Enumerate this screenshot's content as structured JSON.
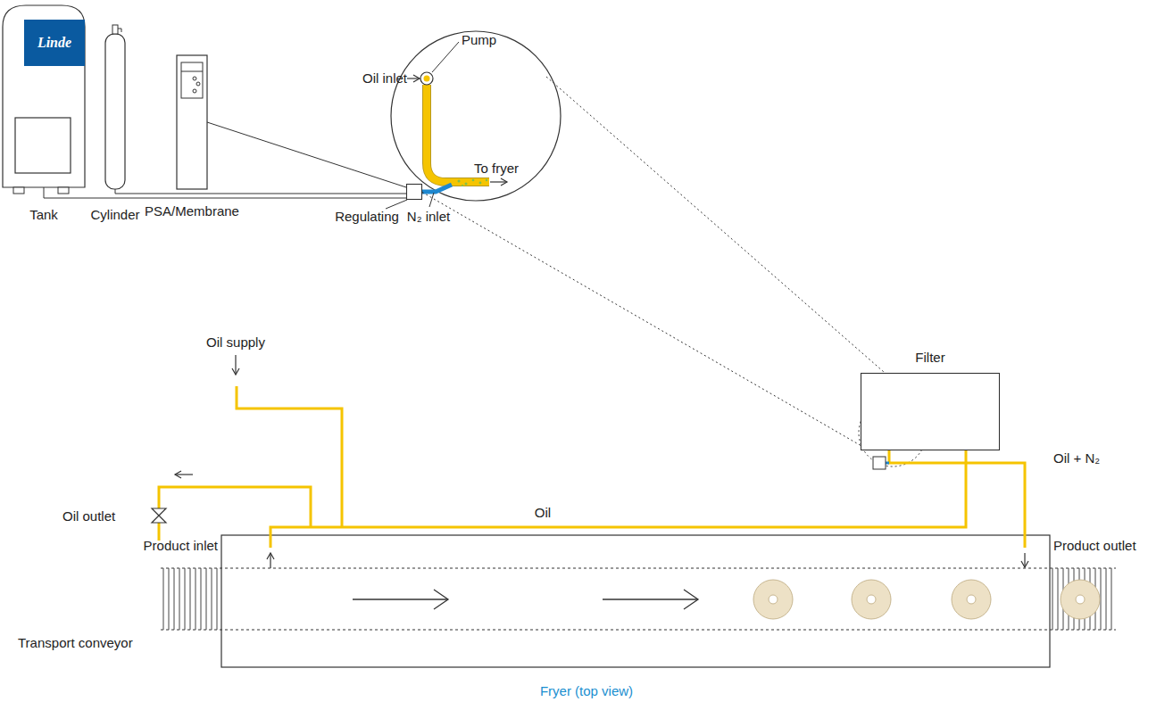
{
  "diagram": {
    "caption": "Fryer (top view)",
    "nodes": [
      {
        "text": [
          "Linde",
          "Tank"
        ]
      },
      {
        "text": [
          "Cylinder"
        ]
      },
      {
        "text": [
          "PSA/Membrane"
        ]
      },
      {
        "text": [
          "Regulating"
        ]
      },
      {
        "text": [
          "Filter"
        ]
      }
    ],
    "edges": [
      {
        "from": 0,
        "to": 3,
        "arrow": "none"
      },
      {
        "from": 1,
        "to": 3,
        "arrow": "none"
      },
      {
        "from": 2,
        "to": 3,
        "arrow": "none"
      }
    ],
    "labels": [
      "Pump",
      "Oil inlet",
      "To fryer",
      "N₂ inlet",
      "Oil supply",
      "Oil outlet",
      "Oil",
      "Oil + N₂",
      "Product inlet",
      "Product outlet",
      "Transport conveyor"
    ]
  }
}
